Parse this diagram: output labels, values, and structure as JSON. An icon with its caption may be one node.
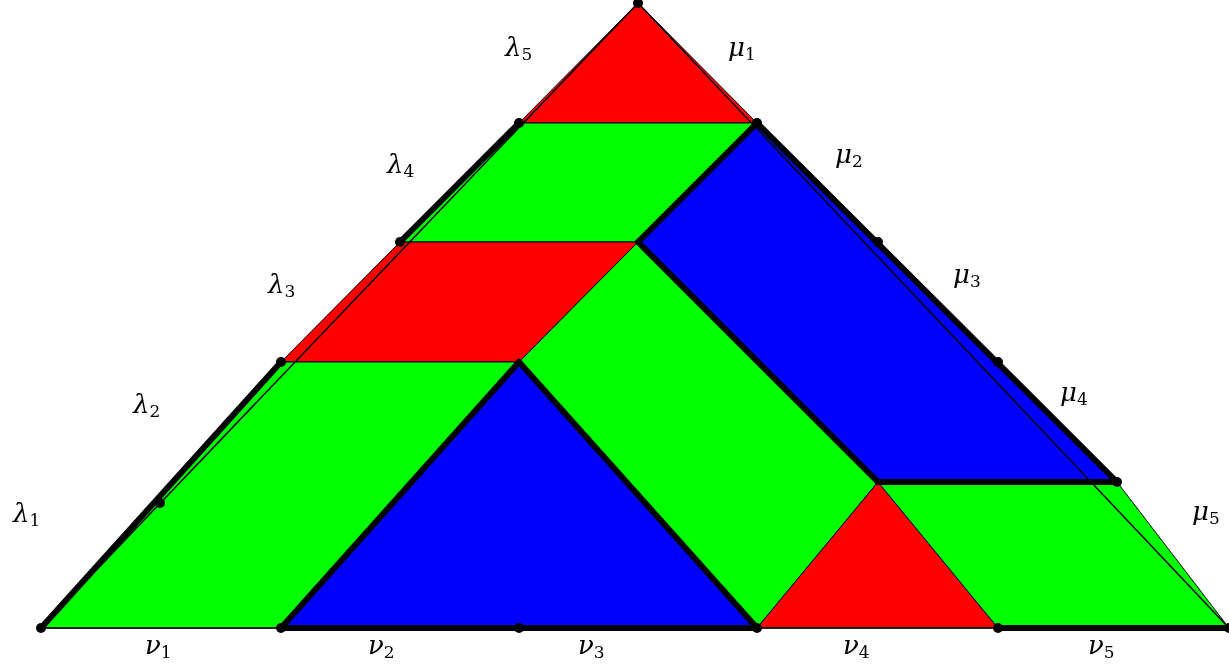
{
  "diagram": {
    "labels": [
      "λ$_{5}$",
      "μ$_{1}$",
      "λ$_{4}$",
      "μ$_{2}$",
      "λ$_{3}$",
      "μ$_{3}$",
      "λ$_{2}$",
      "μ$_{4}$",
      "λ$_{1}$",
      "μ$_{5}$",
      "ν$_{1}$",
      "ν$_{2}$",
      "ν$_{3}$",
      "ν$_{4}$",
      "ν$_{5}$"
    ]
  }
}
